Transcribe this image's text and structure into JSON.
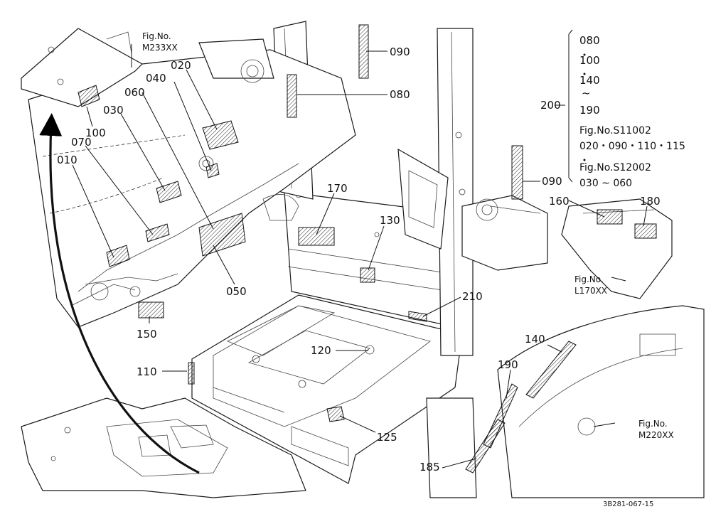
{
  "callouts": {
    "c010": "010",
    "c020": "020",
    "c030": "030",
    "c040": "040",
    "c050": "050",
    "c060": "060",
    "c070": "070",
    "c080": "080",
    "c090a": "090",
    "c090b": "090",
    "c100": "100",
    "c110": "110",
    "c120": "120",
    "c125": "125",
    "c130": "130",
    "c140": "140",
    "c150": "150",
    "c160": "160",
    "c170": "170",
    "c180": "180",
    "c185": "185",
    "c190": "190",
    "c200": "200",
    "c210": "210"
  },
  "fig_refs": {
    "m233_label": "Fig.No.",
    "m233_code": "M233XX",
    "l170_label": "Fig.No.",
    "l170_code": "L170XX",
    "m220_label": "Fig.No.",
    "m220_code": "M220XX"
  },
  "legend_200": {
    "lines": [
      "080",
      "100",
      "140",
      "~",
      "190",
      "Fig.No.S11002",
      "020・090・110・115",
      "Fig.No.S12002",
      "030 ~ 060"
    ]
  },
  "drawing_id": "3B281-067-15"
}
